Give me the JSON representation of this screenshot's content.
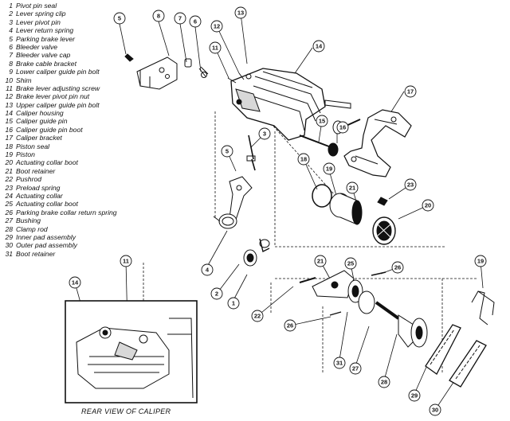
{
  "legend": [
    {
      "num": "1",
      "label": "Pivot pin seal"
    },
    {
      "num": "2",
      "label": "Lever spring clip"
    },
    {
      "num": "3",
      "label": "Lever pivot pin"
    },
    {
      "num": "4",
      "label": "Lever return spring"
    },
    {
      "num": "5",
      "label": "Parking brake lever"
    },
    {
      "num": "6",
      "label": "Bleeder valve"
    },
    {
      "num": "7",
      "label": "Bleeder valve cap"
    },
    {
      "num": "8",
      "label": "Brake cable bracket"
    },
    {
      "num": "9",
      "label": "Lower caliper guide pin bolt"
    },
    {
      "num": "10",
      "label": "Shim"
    },
    {
      "num": "11",
      "label": "Brake lever adjusting screw"
    },
    {
      "num": "12",
      "label": "Brake lever pivot pin nut"
    },
    {
      "num": "13",
      "label": "Upper caliper guide pin bolt"
    },
    {
      "num": "14",
      "label": "Caliper housing"
    },
    {
      "num": "15",
      "label": "Caliper guide pin"
    },
    {
      "num": "16",
      "label": "Caliper guide pin boot"
    },
    {
      "num": "17",
      "label": "Caliper bracket"
    },
    {
      "num": "18",
      "label": "Piston seal"
    },
    {
      "num": "19",
      "label": "Piston"
    },
    {
      "num": "20",
      "label": "Actuating collar boot"
    },
    {
      "num": "21",
      "label": "Boot retainer"
    },
    {
      "num": "22",
      "label": "Pushrod"
    },
    {
      "num": "23",
      "label": "Preload spring"
    },
    {
      "num": "24",
      "label": "Actuating collar"
    },
    {
      "num": "25",
      "label": "Actuating collar boot"
    },
    {
      "num": "26",
      "label": "Parking brake collar return spring"
    },
    {
      "num": "27",
      "label": "Bushing"
    },
    {
      "num": "28",
      "label": "Clamp rod"
    },
    {
      "num": "29",
      "label": "Inner pad assembly"
    },
    {
      "num": "30",
      "label": "Outer pad assembly"
    },
    {
      "num": "31",
      "label": "Boot retainer"
    }
  ],
  "inset": {
    "title": "REAR VIEW OF CALIPER"
  },
  "callouts": {
    "c5a": "5",
    "c8": "8",
    "c7": "7",
    "c6": "6",
    "c13": "13",
    "c12": "12",
    "c11": "11",
    "c14": "14",
    "c17": "17",
    "c15": "15",
    "c16": "16",
    "c3": "3",
    "c5b": "5",
    "c18": "18",
    "c19a": "19",
    "c21a": "21",
    "c23": "23",
    "c20": "20",
    "c4": "4",
    "c2": "2",
    "c1": "1",
    "c21b": "21",
    "c25": "25",
    "c26a": "26",
    "c19b": "19",
    "c22": "22",
    "c26b": "26",
    "c31": "31",
    "c27": "27",
    "c28": "28",
    "c29": "29",
    "c30": "30",
    "c14i": "14",
    "c11i": "11"
  }
}
